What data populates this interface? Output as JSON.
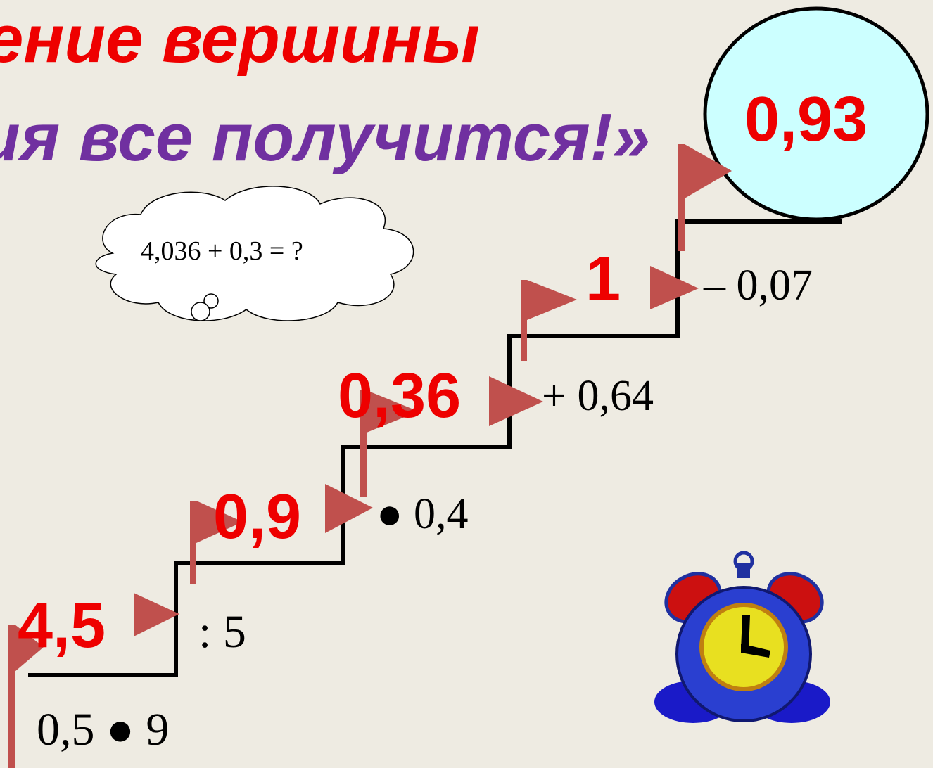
{
  "title": {
    "line1": "ение вершины",
    "line2": "ия все получится!»"
  },
  "cloud": {
    "expression": "4,036 + 0,3 = ?"
  },
  "steps": [
    {
      "operation": "0,5 ● 9",
      "answer": "4,5"
    },
    {
      "operation": ": 5",
      "answer": "0,9"
    },
    {
      "operation": "● 0,4",
      "answer": "0,36"
    },
    {
      "operation": "+ 0,64",
      "answer": "1"
    },
    {
      "operation": "– 0,07",
      "answer": "0,93"
    }
  ],
  "colors": {
    "background": "#EEEBE2",
    "answer": "#EE0000",
    "title_line1": "#EE0000",
    "title_line2": "#7030A0",
    "flag": "#C0504D",
    "summit_circle": "#CCFFFF"
  },
  "icons": {
    "clock": "alarm-clock-icon",
    "flag": "flag-icon",
    "cloud": "thought-cloud-icon"
  }
}
